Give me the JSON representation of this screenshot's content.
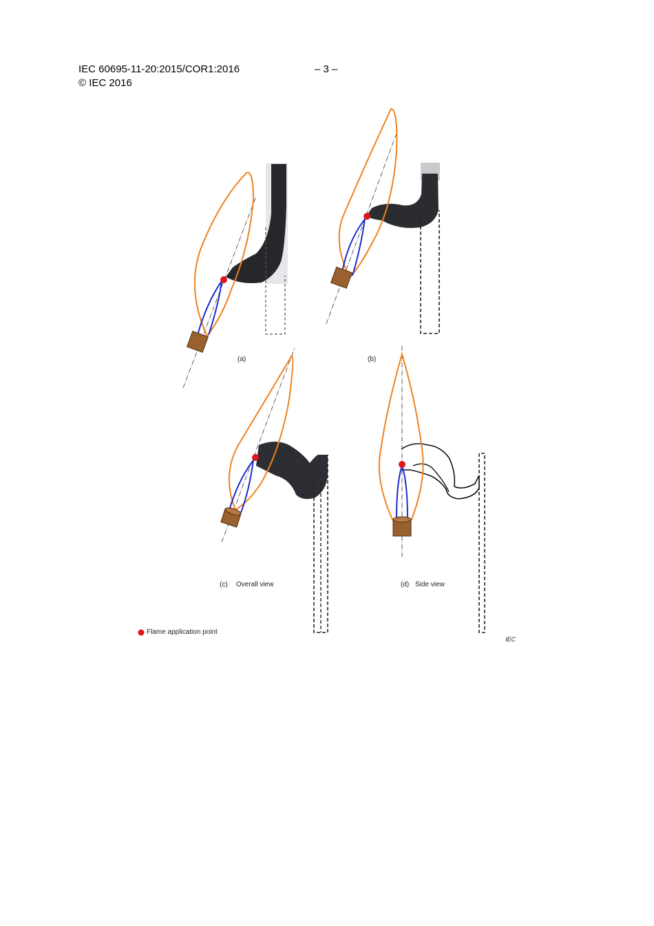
{
  "header": {
    "doc_id": "IEC 60695-11-20:2015/COR1:2016",
    "page_number": "– 3 –",
    "copyright": "© IEC 2016"
  },
  "figure": {
    "captions": {
      "a": "(a)",
      "b": "(b)",
      "c_label": "(c)",
      "c_text": "Overall view",
      "d_label": "(d)",
      "d_text": "Side view"
    },
    "legend": {
      "marker_color": "#e0141e",
      "label": "Flame application point"
    },
    "iec_mark": "IEC",
    "colors": {
      "outer_flame": "#f0821e",
      "inner_flame": "#1a2bd0",
      "burner": "#9a6130",
      "specimen": "#2a2c30",
      "application_point": "#e0141e"
    }
  }
}
